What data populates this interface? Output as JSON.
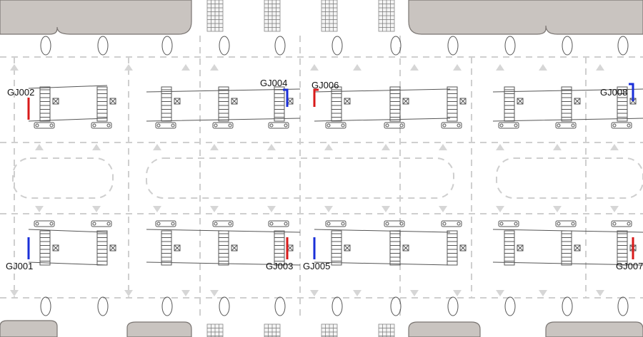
{
  "gates": [
    {
      "id": "GJ001",
      "marker_color": "#1a2fd8"
    },
    {
      "id": "GJ002",
      "marker_color": "#d81a1a"
    },
    {
      "id": "GJ003",
      "marker_color": "#d81a1a"
    },
    {
      "id": "GJ004",
      "marker_color": "#1a2fd8"
    },
    {
      "id": "GJ005",
      "marker_color": "#1a2fd8"
    },
    {
      "id": "GJ006",
      "marker_color": "#d81a1a"
    },
    {
      "id": "GJ007",
      "marker_color": "#d81a1a"
    },
    {
      "id": "GJ008",
      "marker_color": "#1a2fd8"
    }
  ],
  "colors": {
    "background": "#ffffff",
    "building": "#c9c4c0",
    "line": "#555555",
    "dash": "#cfcfcf"
  }
}
